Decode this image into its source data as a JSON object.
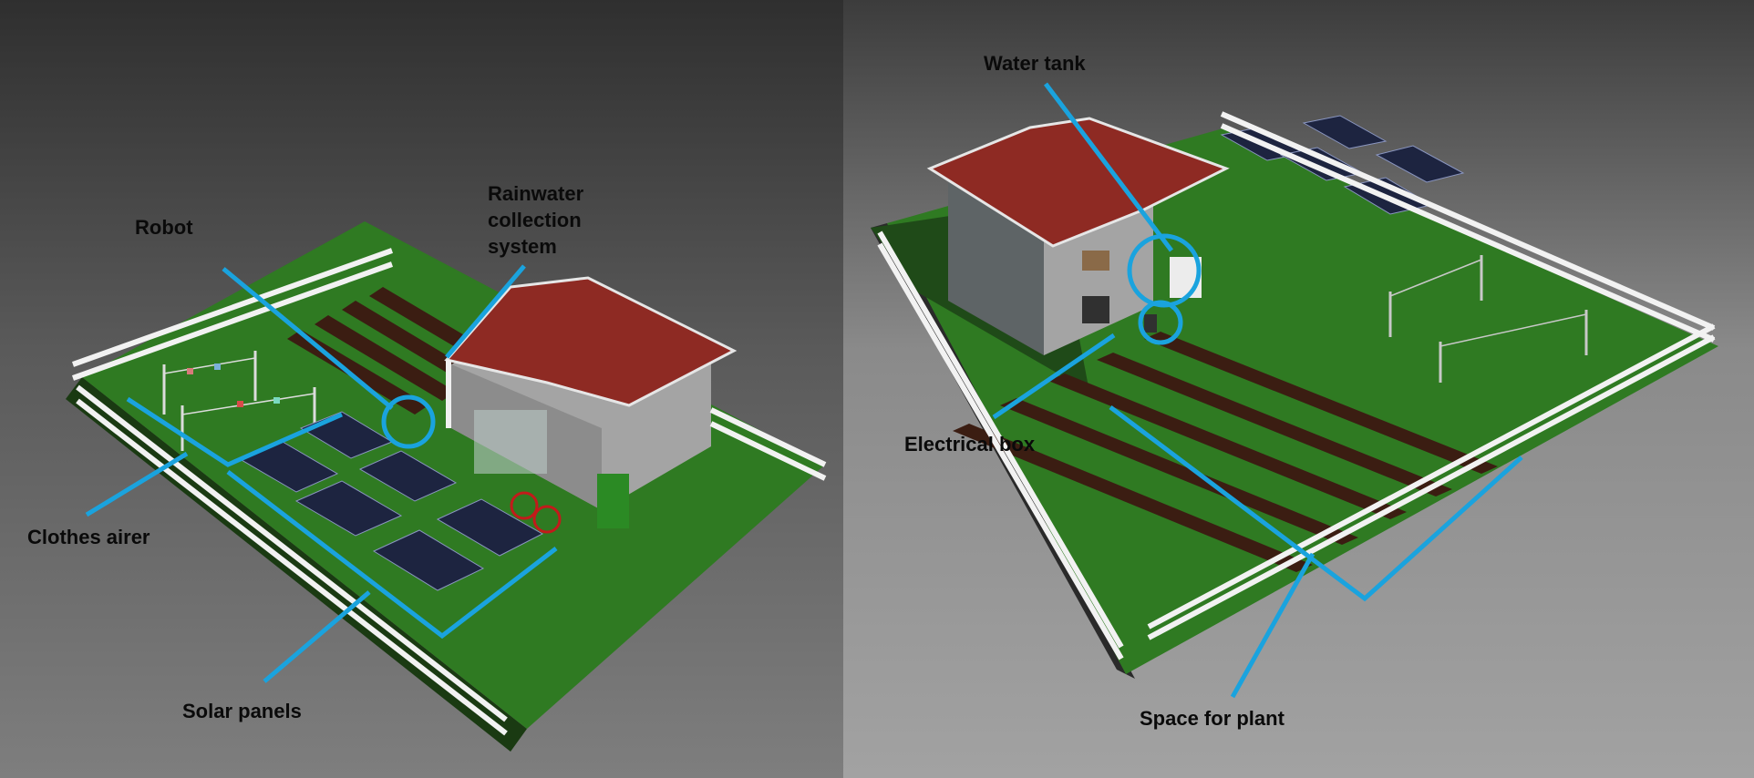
{
  "labels": {
    "robot": "Robot",
    "rainwater": "Rainwater collection system",
    "clothes_airer": "Clothes airer",
    "solar_panels": "Solar panels",
    "water_tank": "Water tank",
    "electrical_box": "Electrical box",
    "space_for_plant": "Space for plant"
  },
  "colors": {
    "callout": "#1aa3de",
    "grass": "#2f7a22",
    "roof": "#8e2a23",
    "wall": "#a4a4a4",
    "soil": "#3a1d12",
    "solar": "#1d2440",
    "fence": "#f2f2f2"
  }
}
